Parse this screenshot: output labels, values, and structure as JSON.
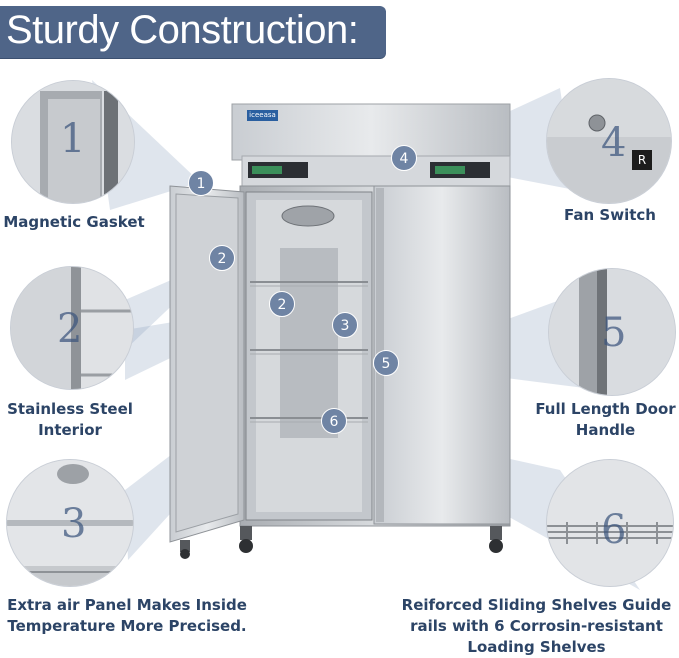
{
  "title": "Sturdy Construction:",
  "brand": "iceeasa",
  "fan_key_label": "R",
  "features": [
    {
      "number": "1",
      "caption": [
        "Magnetic Gasket"
      ]
    },
    {
      "number": "2",
      "caption": [
        "Stainless Steel",
        "Interior"
      ]
    },
    {
      "number": "3",
      "caption": [
        "Extra air Panel Makes Inside",
        "Temperature More Precised."
      ]
    },
    {
      "number": "4",
      "caption": [
        "Fan Switch"
      ]
    },
    {
      "number": "5",
      "caption": [
        "Full Length Door",
        "Handle"
      ]
    },
    {
      "number": "6",
      "caption": [
        "Reiforced Sliding Shelves Guide",
        "rails with 6 Corrosin-resistant",
        "Loading Shelves"
      ]
    }
  ],
  "markers": [
    "1",
    "2",
    "2",
    "3",
    "4",
    "5",
    "6"
  ],
  "colors": {
    "banner": "#4f6588",
    "text": "#2c4466",
    "marker": "#6f84a4"
  }
}
